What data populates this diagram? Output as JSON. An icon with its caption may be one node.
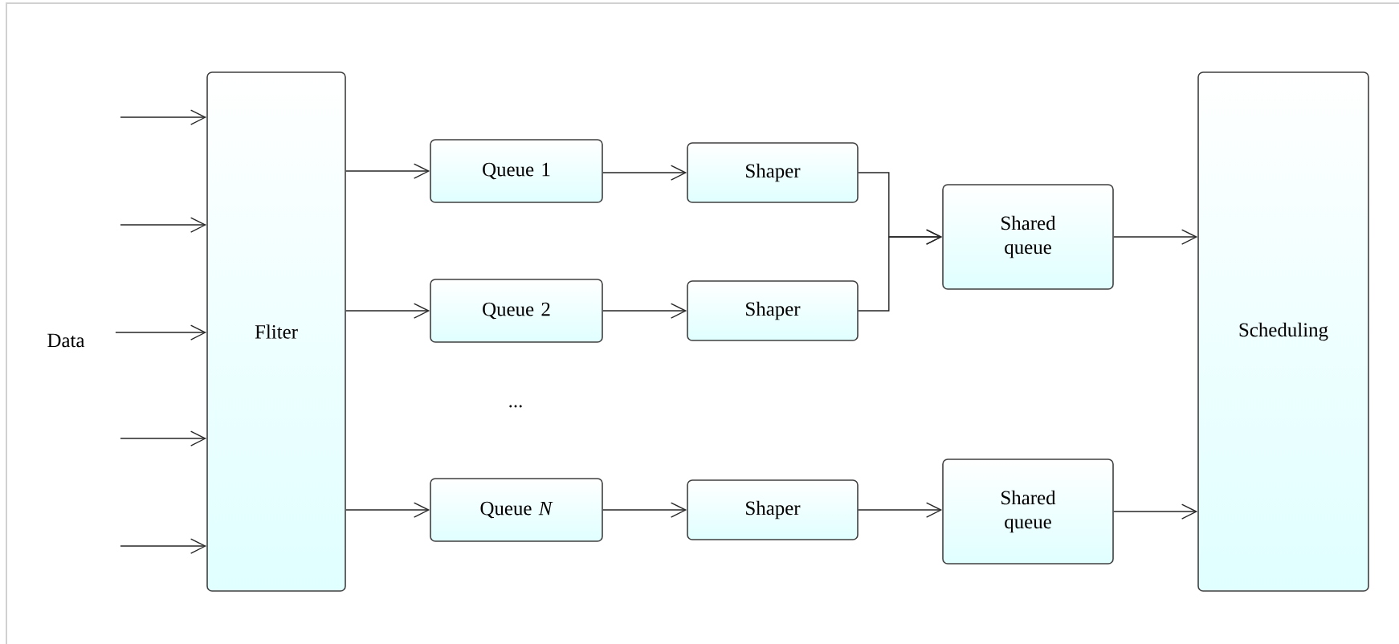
{
  "diagram": {
    "nodes": [
      {
        "text": [
          "Data"
        ]
      },
      {
        "text": [
          "Fliter"
        ]
      },
      {
        "text": [
          "Queue 1"
        ]
      },
      {
        "text": [
          "Queue 2"
        ]
      },
      {
        "text": [
          "Queue *N*"
        ]
      },
      {
        "text": [
          "Shaper"
        ]
      },
      {
        "text": [
          "Shaper"
        ]
      },
      {
        "text": [
          "Shaper"
        ]
      },
      {
        "text": [
          "Shared queue"
        ]
      },
      {
        "text": [
          "Shared queue"
        ]
      },
      {
        "text": [
          "Scheduling"
        ]
      }
    ],
    "edges": [
      {
        "from": null,
        "to": 1,
        "arrow": "to"
      },
      {
        "from": null,
        "to": 1,
        "arrow": "to"
      },
      {
        "from": 0,
        "to": 1,
        "arrow": "to"
      },
      {
        "from": null,
        "to": 1,
        "arrow": "to"
      },
      {
        "from": null,
        "to": 1,
        "arrow": "to"
      },
      {
        "from": 1,
        "to": 2,
        "arrow": "to"
      },
      {
        "from": 1,
        "to": 3,
        "arrow": "to"
      },
      {
        "from": 1,
        "to": 4,
        "arrow": "to"
      },
      {
        "from": 2,
        "to": 5,
        "arrow": "to"
      },
      {
        "from": 3,
        "to": 6,
        "arrow": "to"
      },
      {
        "from": 4,
        "to": 7,
        "arrow": "to"
      },
      {
        "from": 5,
        "to": 8,
        "arrow": "to"
      },
      {
        "from": 6,
        "to": 8,
        "arrow": "to"
      },
      {
        "from": 7,
        "to": 9,
        "arrow": "to"
      },
      {
        "from": 8,
        "to": 10,
        "arrow": "to"
      },
      {
        "from": 9,
        "to": 10,
        "arrow": "to"
      }
    ],
    "labels": [
      "..."
    ]
  }
}
